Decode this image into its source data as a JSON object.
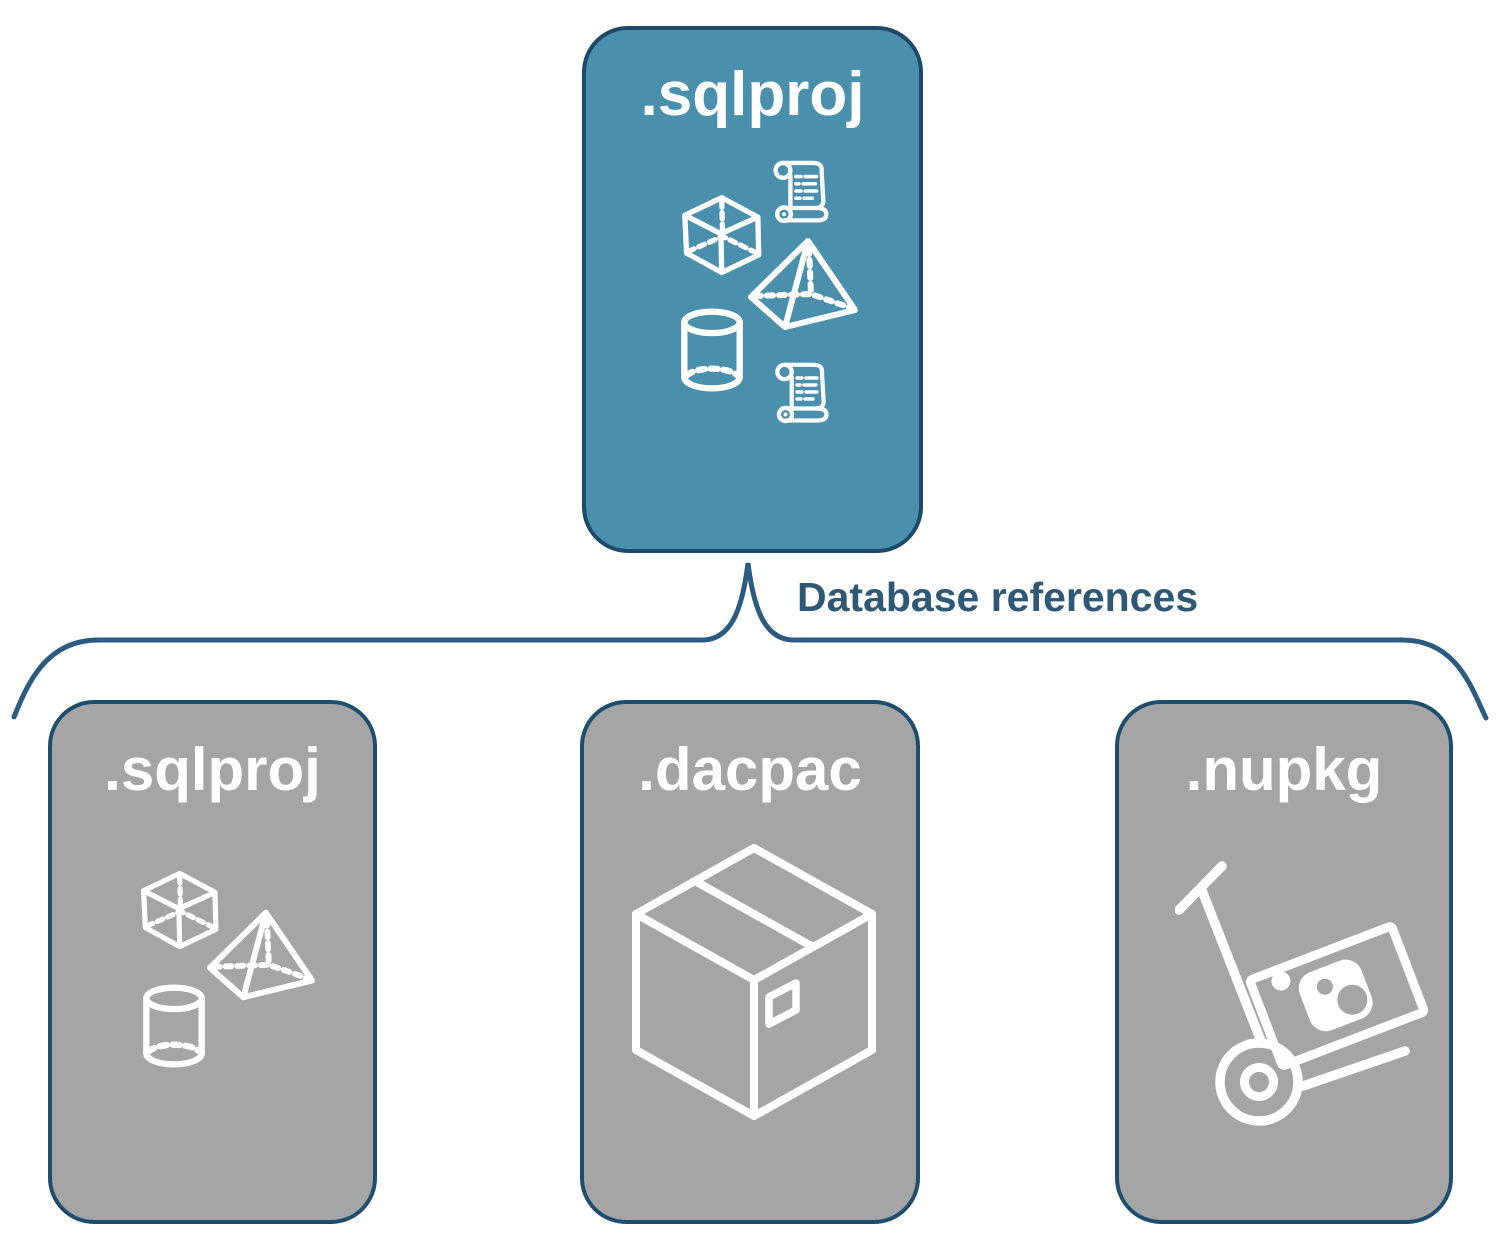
{
  "connector": {
    "label": "Database references"
  },
  "root_node": {
    "label": ".sqlproj",
    "icons": [
      "cube-icon",
      "scroll-icon",
      "pyramid-icon",
      "cylinder-icon",
      "scroll-icon"
    ]
  },
  "child_nodes": [
    {
      "label": ".sqlproj",
      "icons": [
        "cube-icon",
        "pyramid-icon",
        "cylinder-icon"
      ]
    },
    {
      "label": ".dacpac",
      "icons": [
        "package-box-icon"
      ]
    },
    {
      "label": ".nupkg",
      "icons": [
        "nuget-hand-truck-icon"
      ]
    }
  ],
  "colors": {
    "background": "#FFFFFF",
    "root_fill": "#4A8FAC",
    "root_border": "#1D4A66",
    "child_fill": "#A5A5A5",
    "child_border": "#1F4E6D",
    "connector_line": "#2B5B7E",
    "connector_text": "#2D5876",
    "icon_stroke": "#FFFFFF",
    "label_text": "#FFFFFF"
  }
}
